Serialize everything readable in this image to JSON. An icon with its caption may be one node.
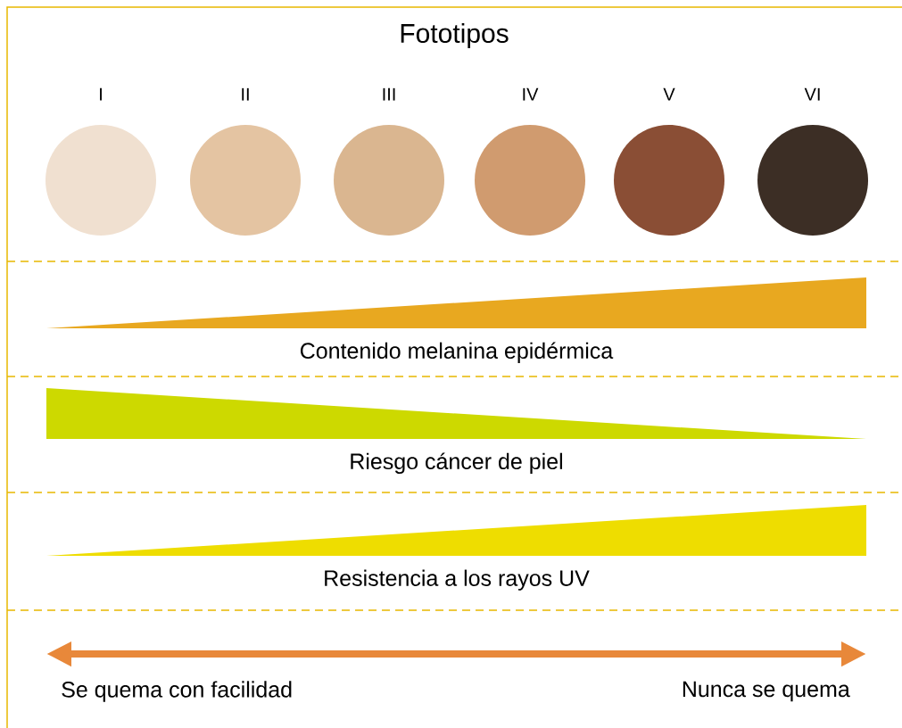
{
  "diagram": {
    "title": "Fototipos",
    "nodes": [
      {
        "text": [],
        "shape": "circle",
        "beside": [
          "I"
        ]
      },
      {
        "text": [],
        "shape": "circle",
        "beside": [
          "II"
        ]
      },
      {
        "text": [],
        "shape": "circle",
        "beside": [
          "III"
        ]
      },
      {
        "text": [],
        "shape": "circle",
        "beside": [
          "IV"
        ]
      },
      {
        "text": [],
        "shape": "circle",
        "beside": [
          "V"
        ]
      },
      {
        "text": [],
        "shape": "circle",
        "beside": [
          "VI"
        ]
      },
      {
        "text": [],
        "shape": "triangle",
        "beside": [
          "Contenido melanina epidérmica"
        ]
      },
      {
        "text": [],
        "shape": "triangle",
        "beside": [
          "Riesgo cáncer de piel"
        ]
      },
      {
        "text": [],
        "shape": "triangle",
        "beside": [
          "Resistencia a los rayos UV"
        ]
      }
    ],
    "labels": [
      "Se quema con facilidad",
      "Nunca se quema"
    ]
  }
}
